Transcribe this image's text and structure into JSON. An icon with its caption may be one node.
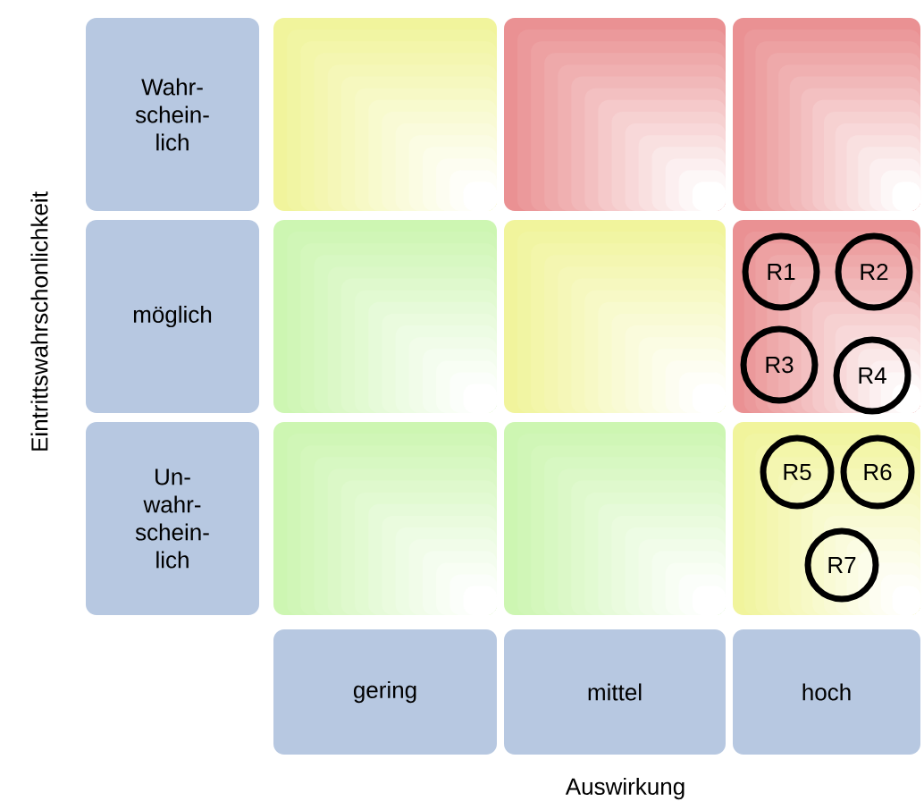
{
  "diagram": {
    "nodes": [
      {
        "text": [
          "Wahr- schein- lich"
        ]
      },
      {
        "text": [],
        "shape": "box"
      },
      {
        "text": [],
        "shape": "box"
      },
      {
        "text": [],
        "shape": "box"
      },
      {
        "text": [
          "möglich"
        ]
      },
      {
        "text": [],
        "shape": "box"
      },
      {
        "text": [],
        "shape": "box"
      },
      {
        "text": [],
        "shape": "box"
      },
      {
        "text": [
          "R1"
        ],
        "in": 7
      },
      {
        "text": [
          "R2"
        ],
        "in": 7
      },
      {
        "text": [
          "R3"
        ],
        "in": 7
      },
      {
        "text": [
          "R4"
        ],
        "in": 7
      },
      {
        "text": [
          "Un- wahr- schein- lich"
        ]
      },
      {
        "text": [],
        "shape": "box"
      },
      {
        "text": [],
        "shape": "box"
      },
      {
        "text": [],
        "shape": "box"
      },
      {
        "text": [
          "R5"
        ],
        "in": 15
      },
      {
        "text": [
          "R6"
        ],
        "in": 15
      },
      {
        "text": [
          "R7"
        ],
        "in": 15
      },
      {
        "text": [
          "gering"
        ]
      },
      {
        "text": [
          "mittel"
        ]
      },
      {
        "text": [
          "hoch"
        ]
      }
    ],
    "labels": [
      "Eintrittswahrschonlichkeit",
      "Auswirkung"
    ]
  }
}
